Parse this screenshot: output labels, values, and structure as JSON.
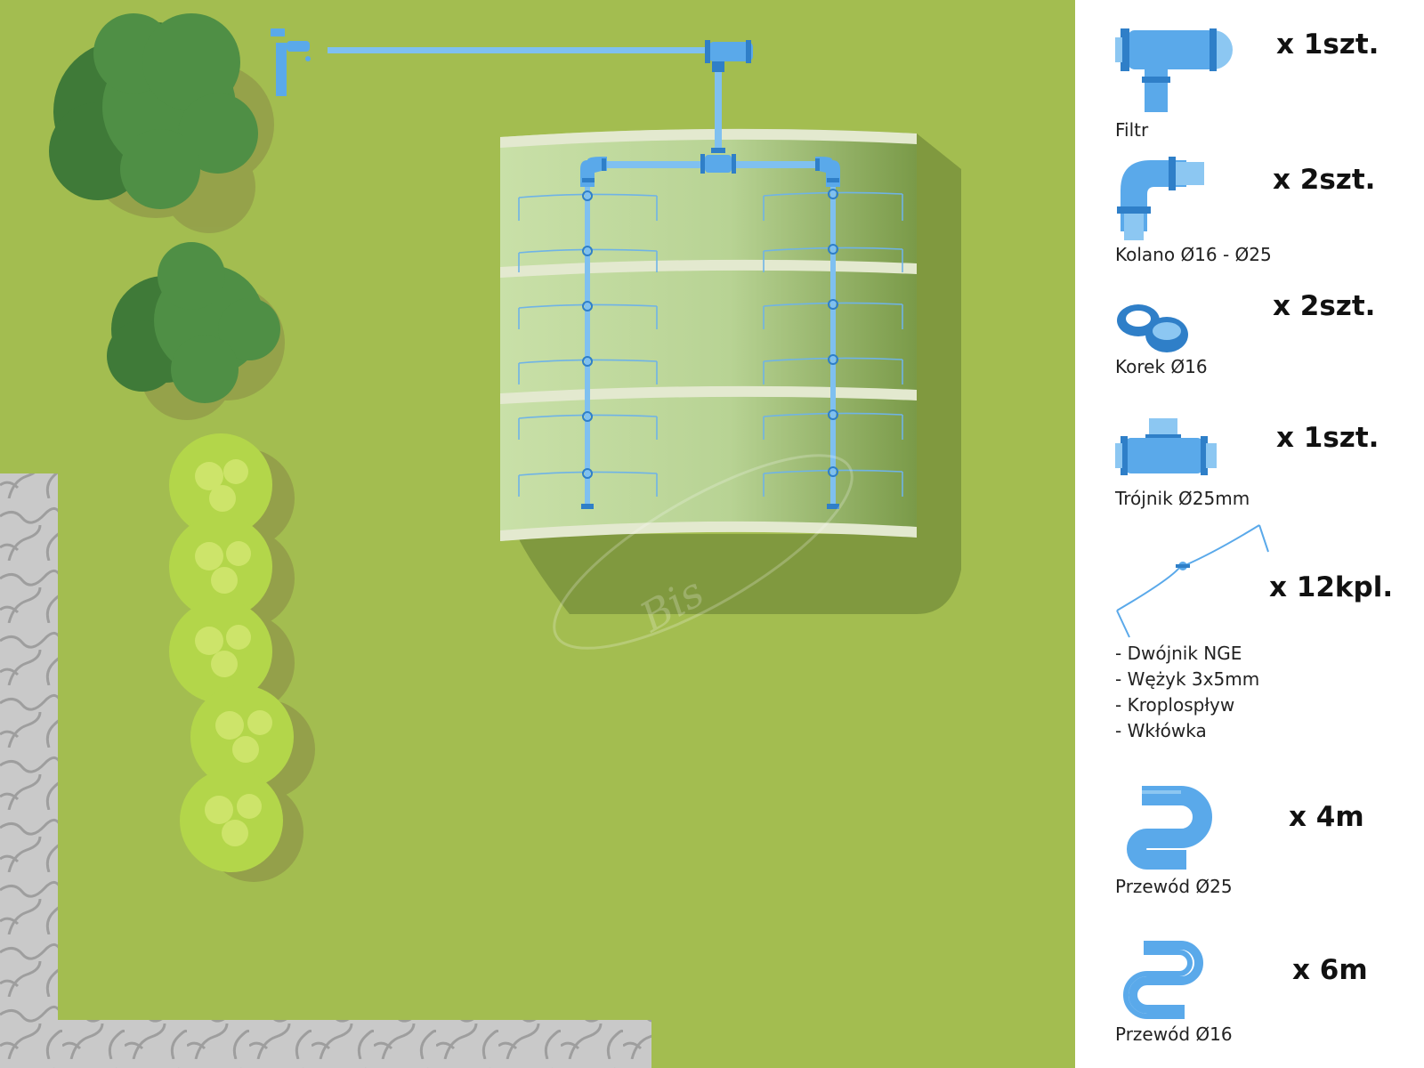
{
  "colors": {
    "lawn": "#a3bd50",
    "lawn_dark": "#7f9a3d",
    "greenhouse": "#c6dca6",
    "pipe": "#5aa9ea",
    "pipe_dark": "#2f7fc8",
    "paving": "#c8c8c8",
    "paving_lines": "#a0a0a0",
    "tree": "#4f8f45",
    "tree_dark": "#3a6e35",
    "shrub": "#b3d64a"
  },
  "scene": {
    "watermark": "Bis"
  },
  "legend": {
    "items": [
      {
        "icon": "filter-icon",
        "label": "Filtr",
        "qty": "x 1szt."
      },
      {
        "icon": "elbow-icon",
        "label": "Kolano Ø16 - Ø25",
        "qty": "x 2szt."
      },
      {
        "icon": "end-cap-icon",
        "label": "Korek Ø16",
        "qty": "x 2szt."
      },
      {
        "icon": "tee-icon",
        "label": "Trójnik Ø25mm",
        "qty": "x 1szt."
      },
      {
        "icon": "dripper-set-icon",
        "label": "",
        "qty": "x 12kpl.",
        "sub": [
          "- Dwójnik NGE",
          "- Wężyk 3x5mm",
          "- Kroplospływ",
          "- Wkłówka"
        ]
      },
      {
        "icon": "hose-25-icon",
        "label": "Przewód Ø25",
        "qty": "x 4m"
      },
      {
        "icon": "hose-16-icon",
        "label": "Przewód Ø16",
        "qty": "x 6m"
      }
    ]
  }
}
